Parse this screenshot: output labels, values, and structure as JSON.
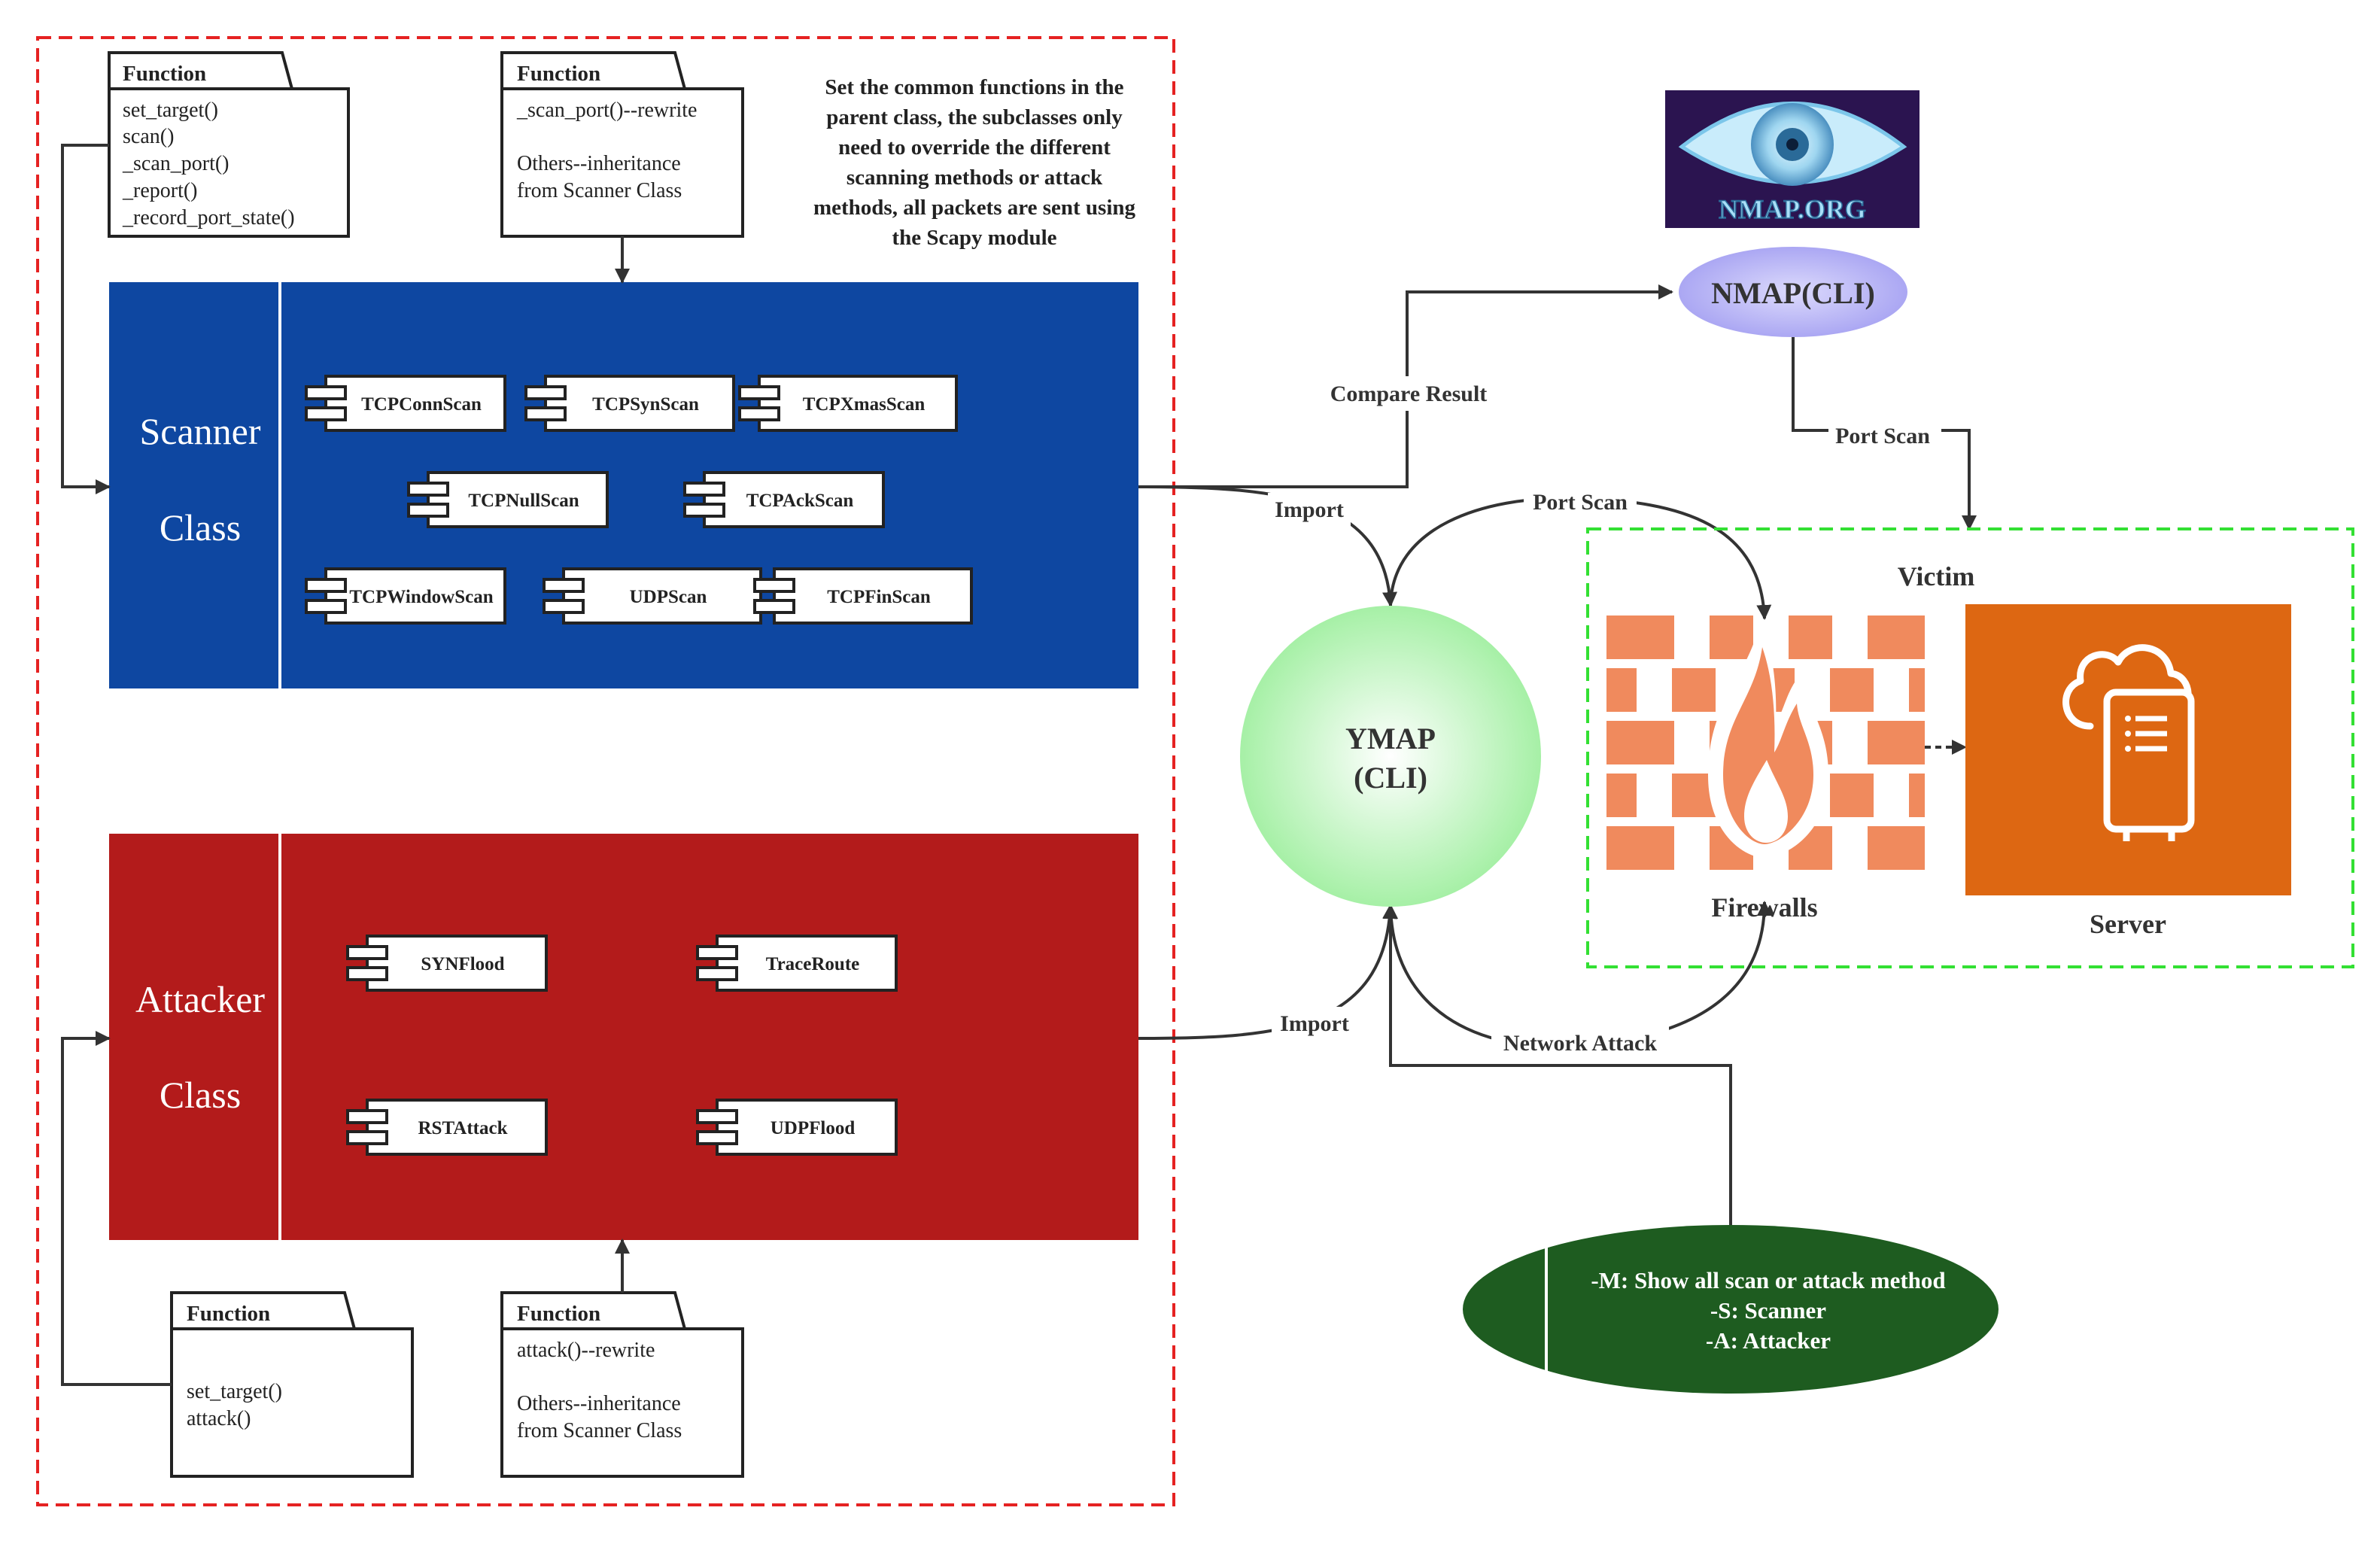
{
  "note": {
    "lines": [
      "Set the common functions in the",
      "parent class, the subclasses only",
      "need to override the different",
      "scanning methods or attack",
      "methods, all packets are sent using",
      "the Scapy module"
    ]
  },
  "packages": {
    "scanner_functions": {
      "title": "Function",
      "lines": [
        "set_target()",
        "scan()",
        "_scan_port()",
        "_report()",
        "_record_port_state()"
      ]
    },
    "scanner_override": {
      "title": "Function",
      "lines": [
        "_scan_port()--rewrite",
        "",
        "Others--inheritance",
        "from Scanner Class"
      ]
    },
    "attacker_functions": {
      "title": "Function",
      "lines": [
        "",
        "set_target()",
        "attack()"
      ]
    },
    "attacker_override": {
      "title": "Function",
      "lines": [
        "attack()--rewrite",
        "",
        "Others--inheritance",
        "from Scanner Class"
      ]
    }
  },
  "scanner_class": {
    "label_lines": [
      "Scanner",
      "Class"
    ],
    "color": "#0e47a1",
    "components": [
      "TCPConnScan",
      "TCPSynScan",
      "TCPXmasScan",
      "TCPNullScan",
      "TCPAckScan",
      "TCPWindowScan",
      "UDPScan",
      "TCPFinScan"
    ]
  },
  "attacker_class": {
    "label_lines": [
      "Attacker",
      "Class"
    ],
    "color": "#b31b1b",
    "components": [
      "SYNFlood",
      "TraceRoute",
      "RSTAttack",
      "UDPFlood"
    ]
  },
  "ymap": {
    "lines": [
      "YMAP",
      "(CLI)"
    ],
    "color": "#b8f5b8"
  },
  "nmap": {
    "label": "NMAP(CLI)",
    "logo_text": "NMAP.ORG",
    "color": "#b3b0f5"
  },
  "victim": {
    "title": "Victim",
    "firewall_label": "Firewalls",
    "server_label": "Server",
    "server_color": "#dd6712",
    "firewall_color": "#f08a5d"
  },
  "cli_options": {
    "lines": [
      "-M: Show all scan or attack method",
      "-S: Scanner",
      "-A: Attacker"
    ],
    "color": "#1e5c20"
  },
  "edge_labels": {
    "compare_result": "Compare Result",
    "import_scanner": "Import",
    "import_attacker": "Import",
    "port_scan_ymap": "Port Scan",
    "port_scan_nmap": "Port Scan",
    "network_attack": "Network Attack"
  },
  "colors": {
    "red_dash": "#e52222",
    "green_dash": "#33e033"
  }
}
